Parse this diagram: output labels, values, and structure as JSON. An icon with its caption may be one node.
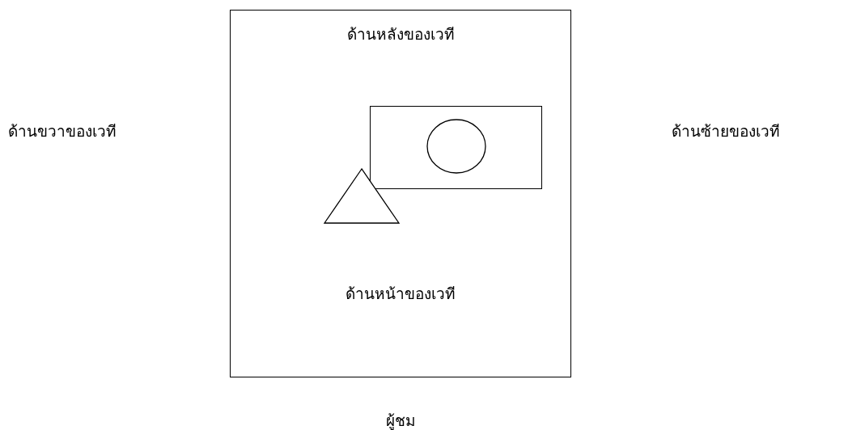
{
  "diagram": {
    "nodes": [
      {
        "text": [
          "ด้านหลังของเวที",
          "ด้านหน้าของเวที"
        ]
      },
      {
        "text": [],
        "shape": "box",
        "in": 0
      },
      {
        "text": [],
        "shape": "circle",
        "in": 1
      },
      {
        "text": [],
        "shape": "triangle",
        "in": 0
      }
    ],
    "labels": [
      "ด้านขวาของเวที",
      "ด้านซ้ายของเวที",
      "ผู้ชม"
    ]
  }
}
